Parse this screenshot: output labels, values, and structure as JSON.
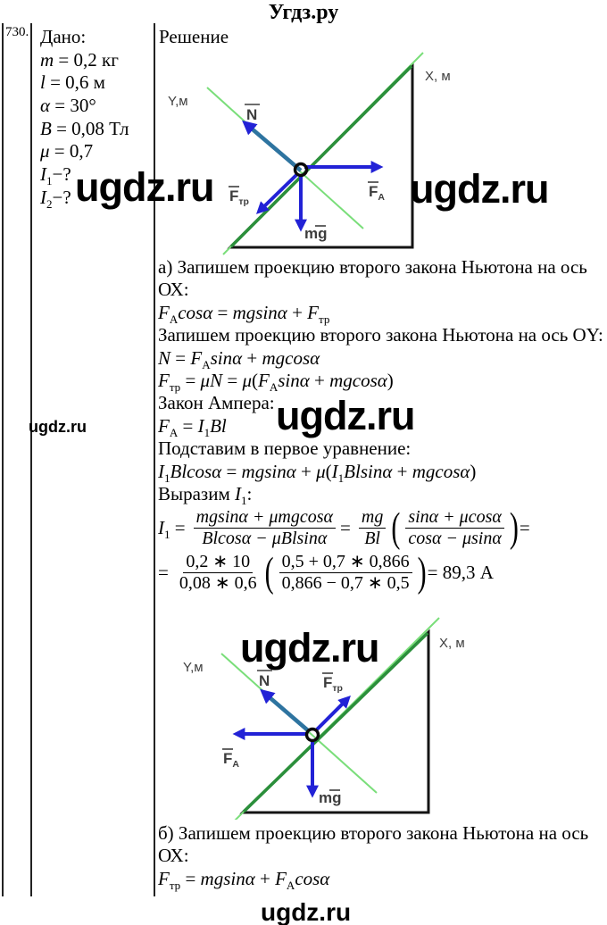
{
  "header": {
    "site_title": "Угдз.ру"
  },
  "problem": {
    "number": "730."
  },
  "watermark": {
    "text": "ugdz.ru"
  },
  "given": {
    "title": "Дано:",
    "lines": [
      [
        {
          "i": "m"
        },
        {
          "n": " = 0,2 кг"
        }
      ],
      [
        {
          "i": "l"
        },
        {
          "n": " = 0,6 м"
        }
      ],
      [
        {
          "i": "α"
        },
        {
          "n": " = 30°"
        }
      ],
      [
        {
          "i": "B"
        },
        {
          "n": " = 0,08 Тл"
        }
      ],
      [
        {
          "i": "μ"
        },
        {
          "n": " = 0,7"
        }
      ],
      [
        {
          "i": "I",
          "sub": "1"
        },
        {
          "n": "−?"
        }
      ],
      [
        {
          "i": "I",
          "sub": "2"
        },
        {
          "n": "−?"
        }
      ]
    ]
  },
  "solution": {
    "title": "Решение",
    "part_a_lines": [
      [
        {
          "n": "а) Запишем проекцию второго закона Ньютона на ось"
        }
      ],
      [
        {
          "n": "ОХ:"
        }
      ],
      [
        {
          "i": "F",
          "sub": "А"
        },
        {
          "i": "cosα"
        },
        {
          "n": " = "
        },
        {
          "i": "mgsinα"
        },
        {
          "n": " + "
        },
        {
          "i": "F",
          "sub": "тр"
        }
      ],
      [
        {
          "n": "Запишем проекцию второго закона Ньютона на ось OY:"
        }
      ],
      [
        {
          "i": "N"
        },
        {
          "n": " = "
        },
        {
          "i": "F",
          "sub": "А"
        },
        {
          "i": "sinα"
        },
        {
          "n": " + "
        },
        {
          "i": "mgcosα"
        }
      ],
      [
        {
          "i": "F",
          "sub": "тр"
        },
        {
          "n": " = "
        },
        {
          "i": "μN"
        },
        {
          "n": " = "
        },
        {
          "i": "μ"
        },
        {
          "n": "("
        },
        {
          "i": "F",
          "sub": "А"
        },
        {
          "i": "sinα"
        },
        {
          "n": " + "
        },
        {
          "i": "mgcosα"
        },
        {
          "n": ")"
        }
      ],
      [
        {
          "n": "Закон Ампера:"
        }
      ],
      [
        {
          "i": "F",
          "sub": "А"
        },
        {
          "n": " = "
        },
        {
          "i": "I",
          "sub": "1"
        },
        {
          "i": "Bl"
        }
      ],
      [
        {
          "n": "Подставим в первое уравнение:"
        }
      ],
      [
        {
          "i": "I",
          "sub": "1"
        },
        {
          "i": "Blcosα"
        },
        {
          "n": " = "
        },
        {
          "i": "mgsinα"
        },
        {
          "n": " + "
        },
        {
          "i": "μ"
        },
        {
          "n": "("
        },
        {
          "i": "I",
          "sub": "1"
        },
        {
          "i": "Blsinα"
        },
        {
          "n": " + "
        },
        {
          "i": "mgcosα"
        },
        {
          "n": ")"
        }
      ],
      [
        {
          "n": "Выразим "
        },
        {
          "i": "I",
          "sub": "1"
        },
        {
          "n": ":"
        }
      ]
    ],
    "frac1": {
      "lead": [
        {
          "i": "I",
          "sub": "1"
        },
        {
          "n": " ="
        }
      ],
      "f1_num": "mgsinα + μmgcosα",
      "f1_den": "Blcosα − μBlsinα",
      "eq": "=",
      "f2_num": "mg",
      "f2_den": "Bl",
      "paren_open": "(",
      "paren_close": ")",
      "f3_num": "sinα + μcosα",
      "f3_den": "cosα − μsinα",
      "tail": "="
    },
    "frac2": {
      "lead": "=",
      "f1_num": "0,2 ∗ 10",
      "f1_den": "0,08 ∗ 0,6",
      "paren_open": "(",
      "paren_close": ")",
      "f2_num": "0,5 + 0,7 ∗ 0,866",
      "f2_den": "0,866 − 0,7 ∗ 0,5",
      "tail": "= 89,3 А"
    },
    "part_b_lines": [
      [
        {
          "n": "б) Запишем проекцию второго закона Ньютона на ось"
        }
      ],
      [
        {
          "n": "ОХ:"
        }
      ],
      [
        {
          "i": "F",
          "sub": "тр"
        },
        {
          "n": " = "
        },
        {
          "i": "mgsinα"
        },
        {
          "n": " + "
        },
        {
          "i": "F",
          "sub": "А"
        },
        {
          "i": "cosα"
        }
      ]
    ]
  },
  "diagram_a": {
    "y_axis_label": "Y,м",
    "x_axis_label": "X, м",
    "normal_force_label": "N",
    "friction_force_label": "F",
    "friction_force_sub": "тр",
    "ampere_force_label": "F",
    "ampere_force_sub": "А",
    "gravity_label": "mg"
  },
  "diagram_b": {
    "y_axis_label": "Y,м",
    "x_axis_label": "X, м",
    "normal_force_label": "N",
    "friction_force_label": "F",
    "friction_force_sub": "тр",
    "ampere_force_label": "F",
    "ampere_force_sub": "А",
    "gravity_label": "mg"
  },
  "colors": {
    "incline_green": "#2b8f3b",
    "axis_light_green": "#7ade7a",
    "force_blue": "#2222d6",
    "normal_steel_blue": "#2e74a0"
  }
}
